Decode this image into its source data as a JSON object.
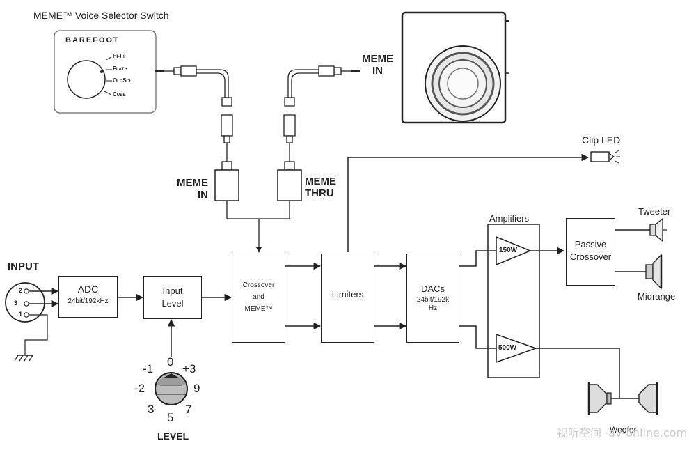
{
  "title": "MEME™ Voice Selector Switch",
  "selector": {
    "brand": "BAREFOOT",
    "options": [
      "Hi-Fi",
      "Flat •",
      "OldScl",
      "Cube"
    ]
  },
  "speaker_input_label": "MEME\nIN",
  "clip_led_label": "Clip LED",
  "jack_in_label": "MEME\nIN",
  "jack_thru_label": "MEME\nTHRU",
  "input_label": "INPUT",
  "xlr_pins": [
    "2",
    "3",
    "1"
  ],
  "blocks": {
    "adc": {
      "title": "ADC",
      "spec": "24bit/192kHz"
    },
    "input_level": {
      "title": "Input\nLevel"
    },
    "crossover": {
      "title": "Crossover\nand\nMEME™"
    },
    "limiters": {
      "title": "Limiters"
    },
    "dacs": {
      "title": "DACs",
      "spec": "24bit/192k\nHz"
    },
    "passive_crossover": {
      "title": "Passive\nCrossover"
    }
  },
  "amplifiers": {
    "label": "Amplifiers",
    "amp1": "150W",
    "amp2": "500W"
  },
  "drivers": {
    "tweeter": "Tweeter",
    "midrange": "Midrange",
    "woofer": "Woofer"
  },
  "level_knob": {
    "label": "LEVEL",
    "marks": [
      "-1",
      "0",
      "+3",
      "-2",
      "9",
      "3",
      "5",
      "7"
    ]
  },
  "watermark": "视听空间 ·av-online.com"
}
